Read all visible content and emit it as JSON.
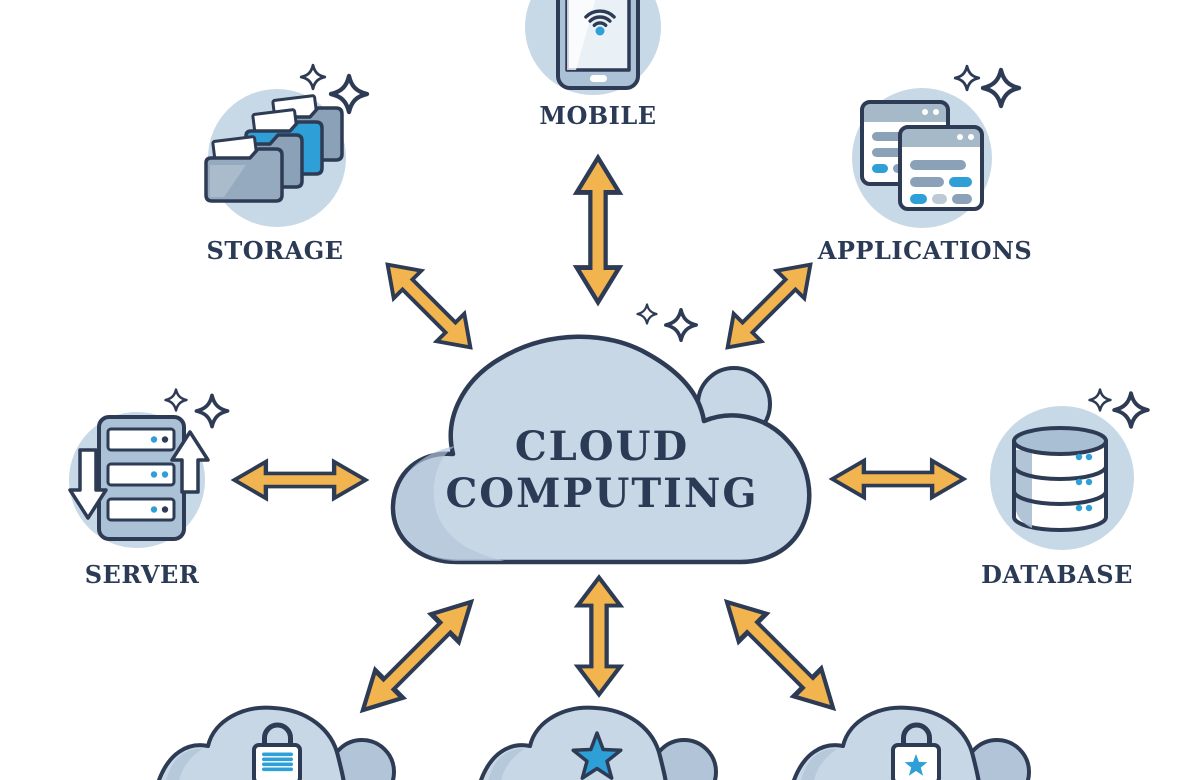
{
  "diagram": {
    "type": "diagram",
    "title": "Cloud Computing",
    "center": {
      "line1": "CLOUD",
      "line2": "COMPUTING"
    },
    "nodes": {
      "mobile": {
        "label": "MOBILE",
        "icon": "smartphone-wifi-icon",
        "position": "top"
      },
      "storage": {
        "label": "STORAGE",
        "icon": "folders-icon",
        "position": "top-left"
      },
      "applications": {
        "label": "APPLICATIONS",
        "icon": "app-windows-icon",
        "position": "top-right"
      },
      "server": {
        "label": "SERVER",
        "icon": "server-rack-icon",
        "position": "left"
      },
      "database": {
        "label": "DATABASE",
        "icon": "database-cylinder-icon",
        "position": "right"
      },
      "secure_cloud": {
        "label": "",
        "icon": "padlock-lines-icon",
        "position": "bottom-left"
      },
      "starred_cloud": {
        "label": "",
        "icon": "star-icon",
        "position": "bottom-center"
      },
      "locked_star_cloud": {
        "label": "",
        "icon": "padlock-star-icon",
        "position": "bottom-right"
      }
    },
    "connections": [
      "center-mobile",
      "center-storage",
      "center-applications",
      "center-server",
      "center-database",
      "center-secure_cloud",
      "center-starred_cloud",
      "center-locked_star_cloud"
    ],
    "colors": {
      "background": "#ffffff",
      "outline_navy": "#2e3b55",
      "text_navy": "#2b3a55",
      "arrow_yellow": "#f2b44e",
      "accent_blue": "#2f9fd8",
      "cloud_fill": "#c7d7e6",
      "cloud_shade": "#b2c5d8",
      "circle_bg": "#c7d8e6",
      "icon_gray_blue": "#8ba1b7",
      "folder_front": "#95aabf",
      "titlebar_gray": "#a6b9c9",
      "server_body": "#abc1d5",
      "db_top": "#a9bfd3",
      "screen_light": "#e9f0f6",
      "bar_light": "#bccad6",
      "white": "#ffffff"
    }
  }
}
